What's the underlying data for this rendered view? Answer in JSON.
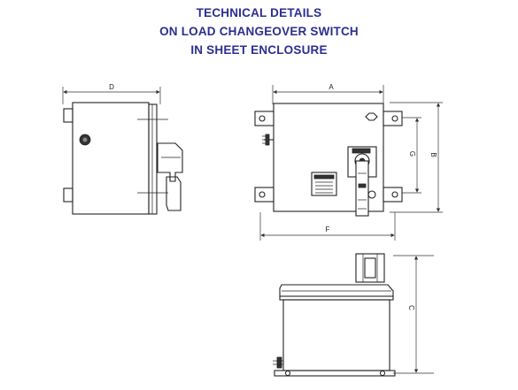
{
  "titles": {
    "line1": "TECHNICAL DETAILS",
    "line2": "ON LOAD CHANGEOVER SWITCH",
    "line3": "IN SHEET ENCLOSURE"
  },
  "dimensions": {
    "a": "A",
    "b": "B",
    "c": "C",
    "d": "D",
    "f": "F",
    "g": "G"
  },
  "colors": {
    "title": "#2b2f8f",
    "line": "#222222"
  }
}
